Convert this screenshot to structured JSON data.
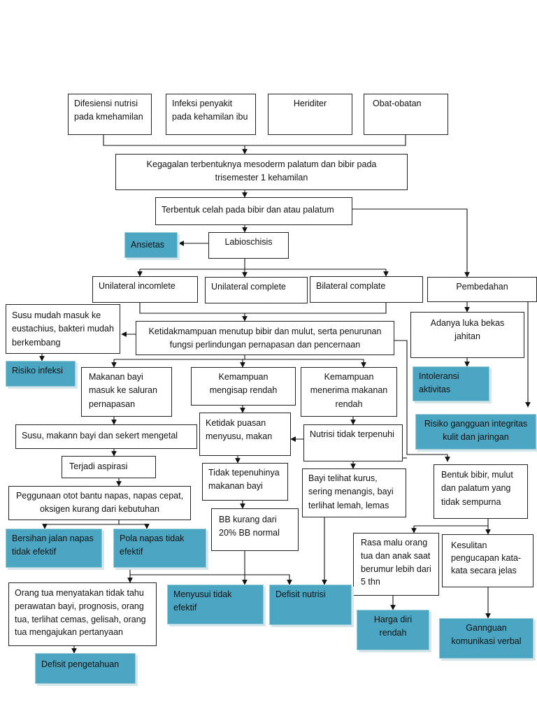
{
  "nodes": {
    "n_difisiensi": "Difesiensi nutrisi pada kmehamilan",
    "n_infeksi": "Infeksi penyakit pada kehamilan ibu",
    "n_herediter": "Heriditer",
    "n_obat": "Obat-obatan",
    "n_kegagalan": "Kegagalan terbentuknya mesoderm palatum dan bibir pada trisemester 1 kehamilan",
    "n_celah": "Terbentuk celah pada bibir dan atau palatum",
    "n_labio": "Labioschisis",
    "n_ansietas": "Ansietas",
    "n_uni_incomplete": "Unilateral incomlete",
    "n_uni_complete": "Unilateral complete",
    "n_bilateral": "Bilateral complate",
    "n_pembedahan": "Pembedahan",
    "n_susu_eustachius": "Susu mudah masuk ke eustachius, bakteri mudah berkembang",
    "n_ketidakmampuan": "Ketidakmampuan menutup bibir dan mulut, serta penurunan fungsi perlindungan pernapasan dan pencernaan",
    "n_luka": "Adanya luka bekas jahitan",
    "n_risiko_infeksi": "Risiko infeksi",
    "n_makanan_bayi": "Makanan bayi masuk ke saluran pernapasan",
    "n_mengisap": "Kemampuan mengisap rendah",
    "n_menerima": "Kemampuan menerima makanan rendah",
    "n_intoleransi": "Intoleransi aktivitas",
    "n_risiko_kulit": "Risiko gangguan integritas kulit dan jaringan",
    "n_susu_sekret": "Susu, makann bayi dan sekert mengetal",
    "n_ketidakpuasan": "Ketidak puasan menyusu, makan",
    "n_nutrisi": "Nutrisi tidak terpenuhi",
    "n_aspirasi": "Terjadi aspirasi",
    "n_tidak_tepenuhi": "Tidak tepenuhinya makanan bayi",
    "n_kurus": "Bayi telihat kurus, sering menangis, bayi terlihat lemah, lemas",
    "n_bentuk": "Bentuk bibir, mulut dan palatum yang tidak sempurna",
    "n_otot": "Peggunaan otot bantu napas, napas cepat, oksigen kurang dari kebutuhan",
    "n_bb": "BB kurang dari 20% BB normal",
    "n_rasa_malu": "Rasa malu orang tua dan anak saat berumur lebih dari 5 thn",
    "n_kesulitan": "Kesulitan pengucapan kata-kata secara jelas",
    "n_bersihan": "Bersihan jalan napas tidak efektif",
    "n_pola": "Pola napas tidak efektif",
    "n_orang_tua": "Orang tua menyatakan tidak tahu perawatan  bayi, prognosis, orang tua, terlihat cemas, gelisah, orang tua mengajukan pertanyaan",
    "n_menyusui": "Menyusui tidak efektif",
    "n_defisit_nutrisi": "Defisit nutrisi",
    "n_harga_diri": "Harga diri rendah",
    "n_gangguan_kom": "Gannguan komunikasi verbal",
    "n_defisit_peng": "Defisit pengetahuan"
  }
}
